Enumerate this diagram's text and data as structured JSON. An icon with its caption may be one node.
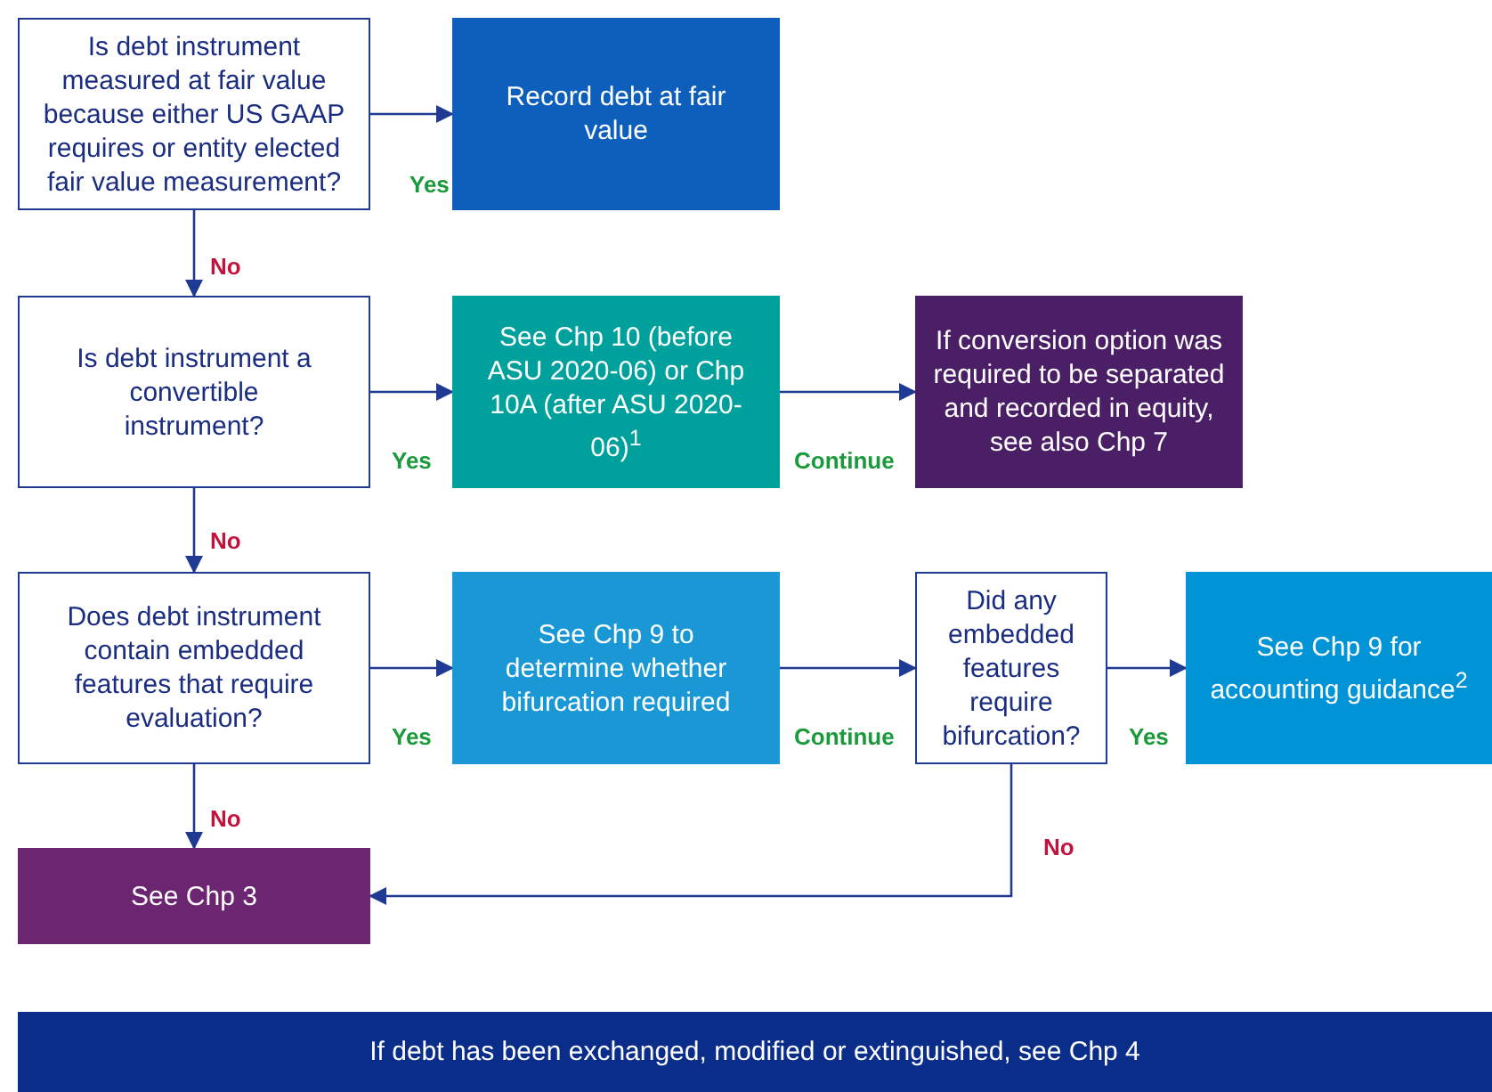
{
  "diagram": {
    "nodes": [
      {
        "text": [
          "Is debt instrument measured at fair value because either US GAAP requires or entity elected fair value measurement?"
        ]
      },
      {
        "text": [
          "Record debt at fair value"
        ]
      },
      {
        "text": [
          "Is debt instrument a convertible instrument?"
        ]
      },
      {
        "text": [
          "See Chp 10 (before ASU 2020-06) or Chp 10A (after ASU 2020-06)$^{1}$"
        ]
      },
      {
        "text": [
          "If conversion option was required to be separated and recorded in equity, see also Chp 7"
        ]
      },
      {
        "text": [
          "Does debt instrument contain embedded features that require evaluation?"
        ]
      },
      {
        "text": [
          "See Chp 9  to determine whether bifurcation required"
        ]
      },
      {
        "text": [
          "Did any embedded features require bifurcation?"
        ]
      },
      {
        "text": [
          "See Chp 9 for accounting guidance$^{2}$"
        ]
      },
      {
        "text": [
          "See Chp 3"
        ]
      },
      {
        "text": [
          "If debt has been exchanged, modified or extinguished, see Chp 4"
        ]
      }
    ],
    "edges": [
      {
        "from": 0,
        "to": 1,
        "arrow": "to",
        "label": "Yes"
      },
      {
        "from": 0,
        "to": 2,
        "arrow": "to",
        "label": "No"
      },
      {
        "from": 2,
        "to": 3,
        "arrow": "to",
        "label": "Yes"
      },
      {
        "from": 3,
        "to": 4,
        "arrow": "to",
        "label": "Continue"
      },
      {
        "from": 2,
        "to": 5,
        "arrow": "to",
        "label": "No"
      },
      {
        "from": 5,
        "to": 6,
        "arrow": "to",
        "label": "Yes"
      },
      {
        "from": 6,
        "to": 7,
        "arrow": "to",
        "label": "Continue"
      },
      {
        "from": 7,
        "to": 8,
        "arrow": "to",
        "label": "Yes"
      },
      {
        "from": 5,
        "to": 9,
        "arrow": "to",
        "label": "No"
      },
      {
        "from": 7,
        "to": 9,
        "arrow": "to",
        "label": "No"
      }
    ]
  }
}
